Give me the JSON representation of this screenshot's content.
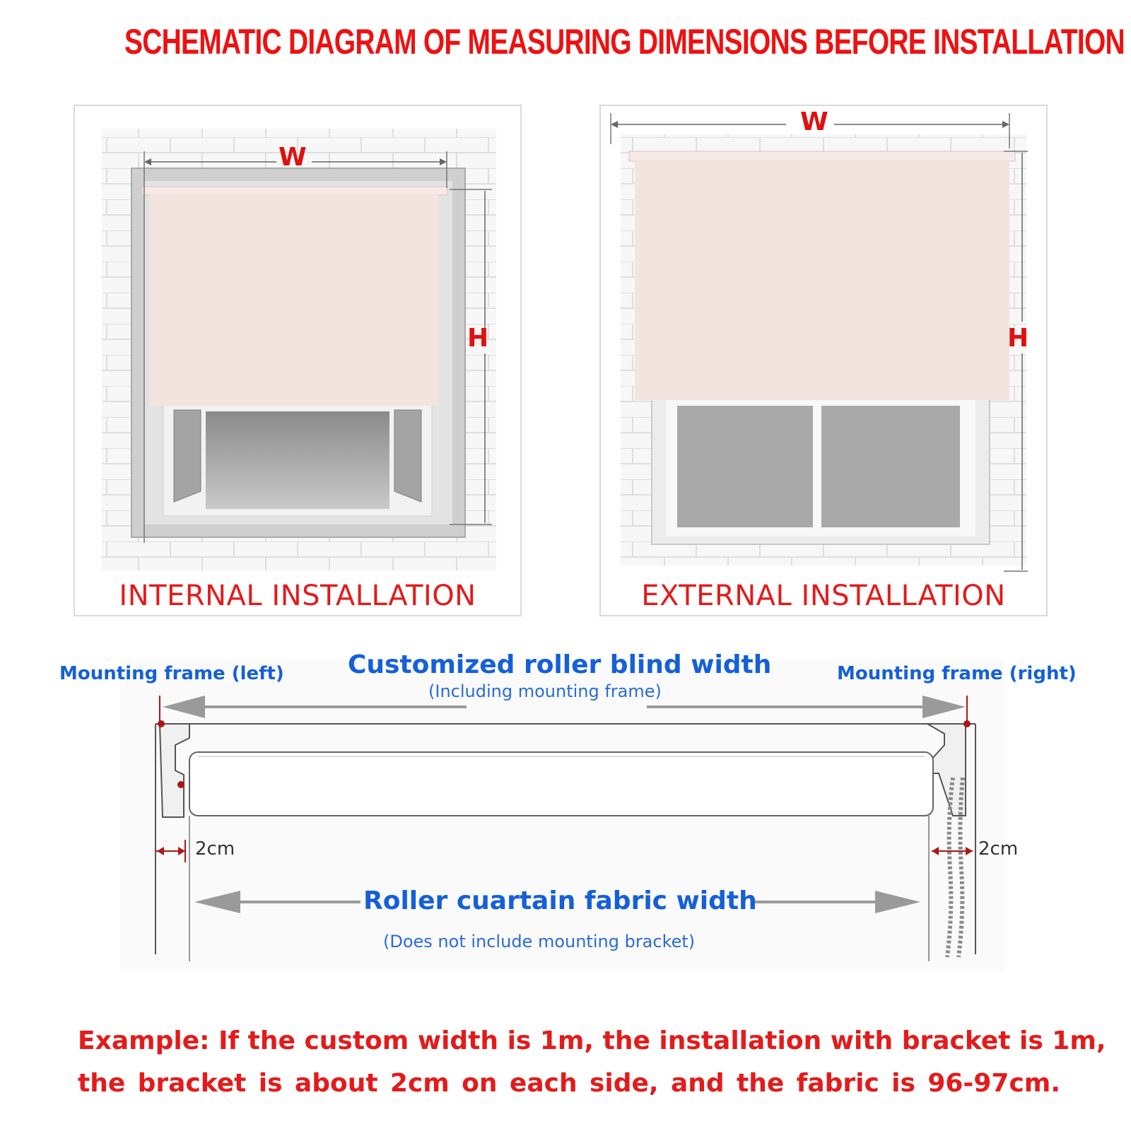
{
  "title": "SCHEMATIC DIAGRAM OF MEASURING DIMENSIONS BEFORE INSTALLATION",
  "panels": {
    "internal": {
      "caption": "INTERNAL INSTALLATION",
      "width_label": "W",
      "height_label": "H"
    },
    "external": {
      "caption": "EXTERNAL INSTALLATION",
      "width_label": "W",
      "height_label": "H"
    }
  },
  "diagram": {
    "left_frame_label": "Mounting frame (left)",
    "right_frame_label": "Mounting frame (right)",
    "blind_width_label": "Customized roller blind width",
    "blind_width_note": "(Including mounting frame)",
    "left_gap": "2cm",
    "right_gap": "2cm",
    "fabric_width_label": "Roller cuartain fabric width",
    "fabric_width_note": "(Does not include mounting bracket)"
  },
  "example": {
    "line1": "Example: If the custom width is 1m, the installation with bracket is 1m,",
    "line2": "the bracket is about 2cm on each side, and the fabric is 96-97cm."
  },
  "colors": {
    "title_red": "#ee1111",
    "label_blue": "#1560d8",
    "blind_fill": "#f3e4df"
  }
}
